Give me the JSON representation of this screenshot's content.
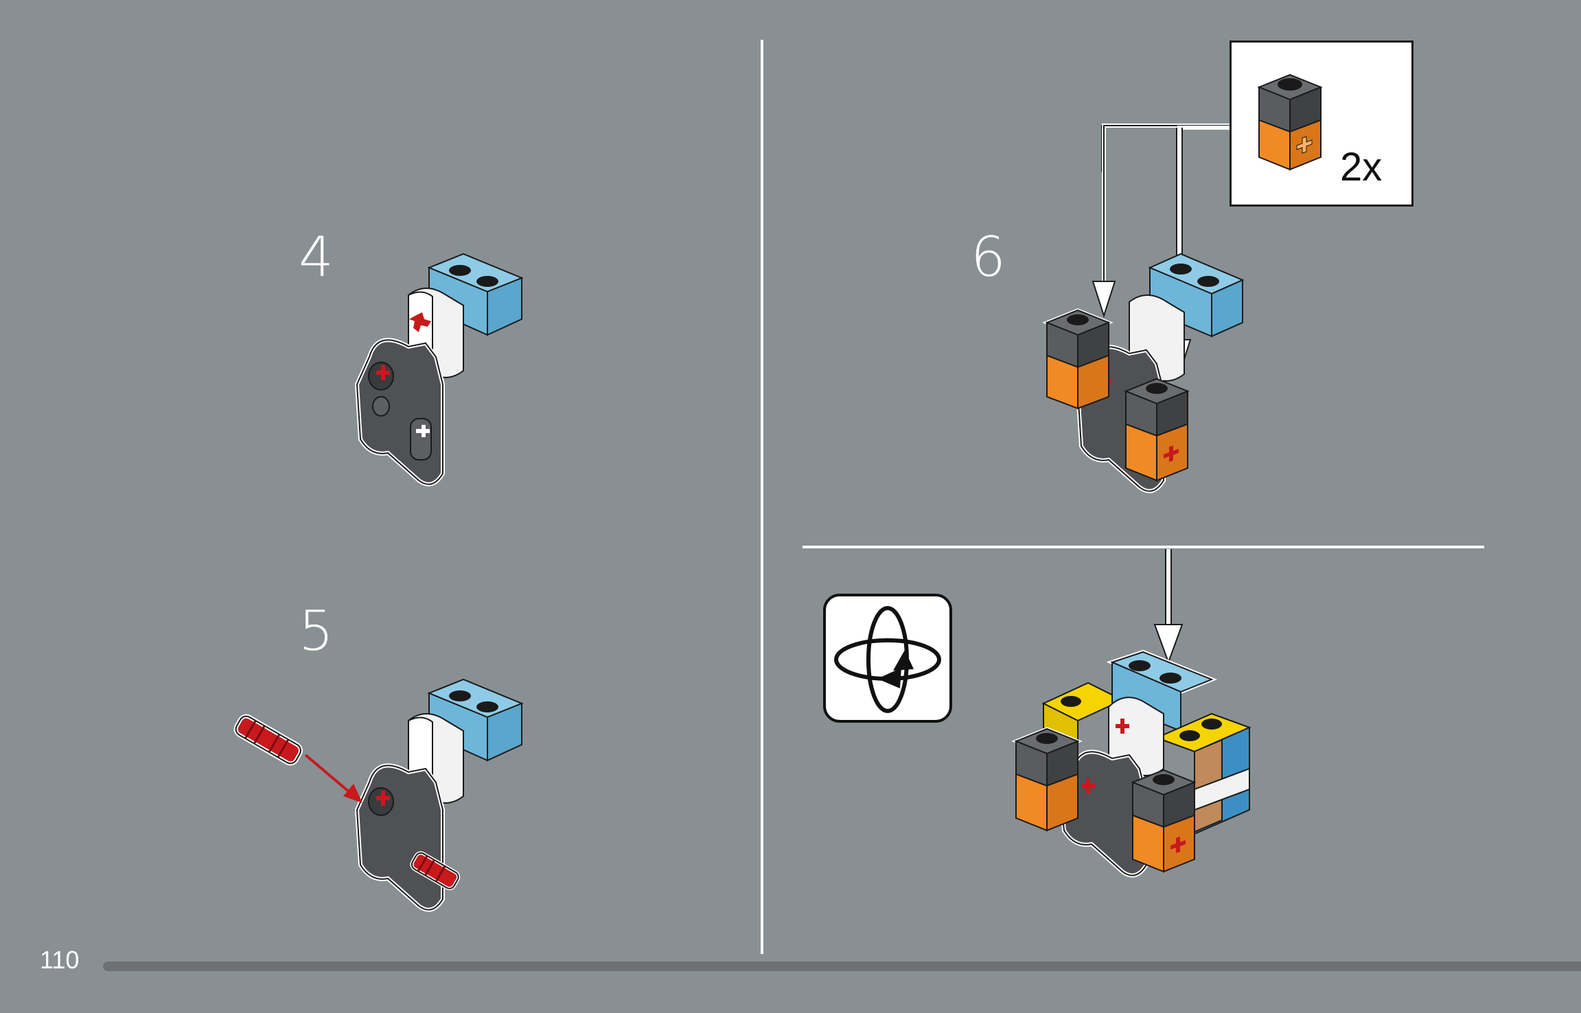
{
  "page": {
    "number": "110",
    "progress_fraction": 1.0
  },
  "steps": [
    {
      "label": "4"
    },
    {
      "label": "5"
    },
    {
      "label": "6"
    }
  ],
  "callout": {
    "quantity": "2x",
    "part": "battery-brick-icon"
  },
  "rotate_hint": {
    "icon": "rotate-model-icon"
  },
  "colors": {
    "background": "#899093",
    "divider": "#ffffff",
    "brick_blue": "#6db6d9",
    "brick_white": "#f2f2f2",
    "brick_dark": "#4f5154",
    "brick_orange": "#f08a24",
    "brick_yellow": "#f5d400",
    "brick_tan": "#c08a5a",
    "pin_red": "#c8191d",
    "progress_track": "#6d7174"
  }
}
